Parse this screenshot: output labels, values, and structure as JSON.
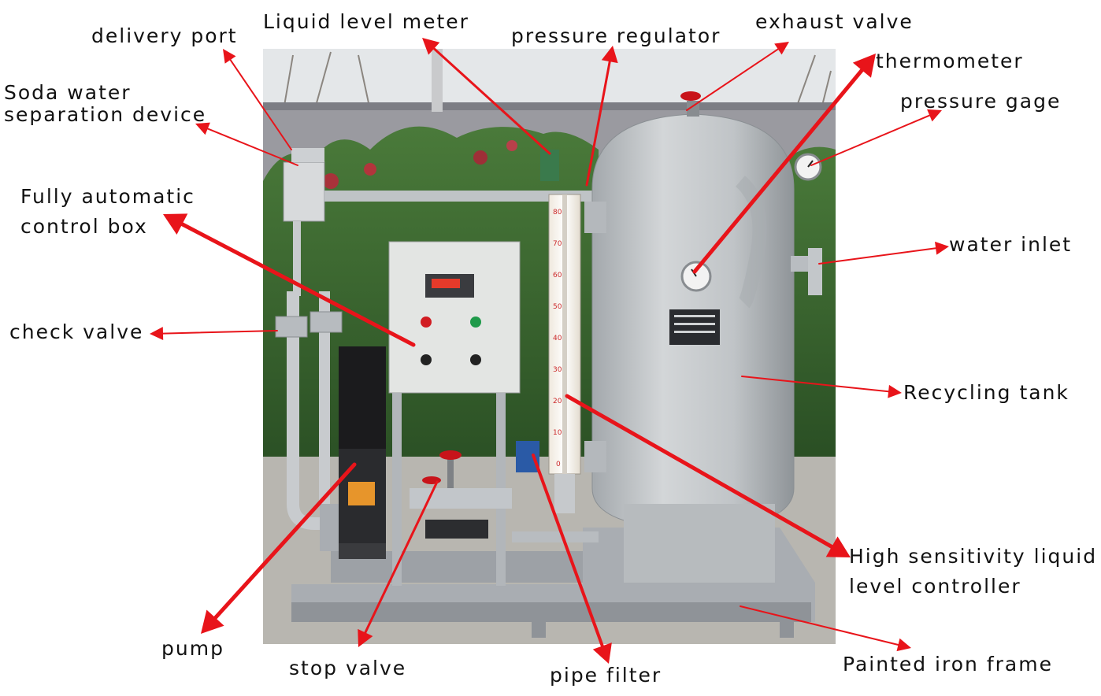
{
  "colors": {
    "arrow": "#e8141a",
    "sky": "#d9dde0",
    "wall": "#9a9aa0",
    "wall_top": "#7c7d84",
    "hedge": "#3d6b31",
    "hedge_dark": "#274d22",
    "ground": "#b8b6b0",
    "tank": "#c3c7ca",
    "tank_shade": "#9da2a6",
    "frame": "#a9adb2",
    "box": "#e3e5e3",
    "pump": "#1b1b1d",
    "valve_red": "#c8141a",
    "text": "#111111"
  },
  "labels": {
    "delivery_port": "delivery port",
    "liquid_level_meter": "Liquid level meter",
    "pressure_regulator": "pressure regulator",
    "exhaust_valve": "exhaust valve",
    "thermometer": "thermometer",
    "pressure_gage": "pressure gage",
    "soda_water_1": "Soda water",
    "soda_water_2": "separation device",
    "control_box_1": "Fully automatic",
    "control_box_2": "control box",
    "water_inlet": "water inlet",
    "check_valve": "check valve",
    "recycling_tank": "Recycling tank",
    "level_controller_1": "High sensitivity liquid",
    "level_controller_2": "level controller",
    "pump": "pump",
    "stop_valve": "stop valve",
    "pipe_filter": "pipe filter",
    "painted_frame": "Painted iron frame"
  },
  "icons": {
    "photo": "equipment-photo-icon",
    "arrow": "callout-arrow-icon"
  }
}
